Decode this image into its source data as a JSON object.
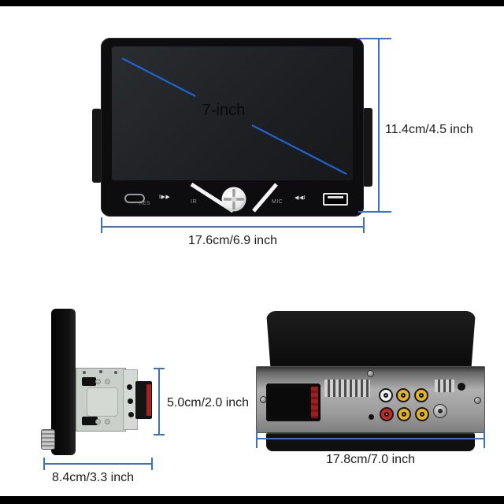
{
  "front_view": {
    "screen_size_label": "7-inch",
    "height_label": "11.4cm/4.5 inch",
    "width_label": "17.6cm/6.9 inch",
    "reset_label": "RES",
    "next_track_glyph": "I▶▶",
    "ir_label": "IR",
    "mic_label": "MIC",
    "prev_track_glyph": "◀◀I"
  },
  "side_view": {
    "height_label": "5.0cm/2.0 inch",
    "depth_label": "8.4cm/3.3 inch"
  },
  "back_view": {
    "width_label": "17.8cm/7.0 inch"
  },
  "colors": {
    "dimension_line_blue": "#3c6fc8",
    "screen_diagonal_blue": "#1f62d0",
    "rca_white": "#f0f0f0",
    "rca_yellow": "#e6b41e",
    "rca_red": "#c62828",
    "iso_connector_red": "#9e1f1f"
  }
}
